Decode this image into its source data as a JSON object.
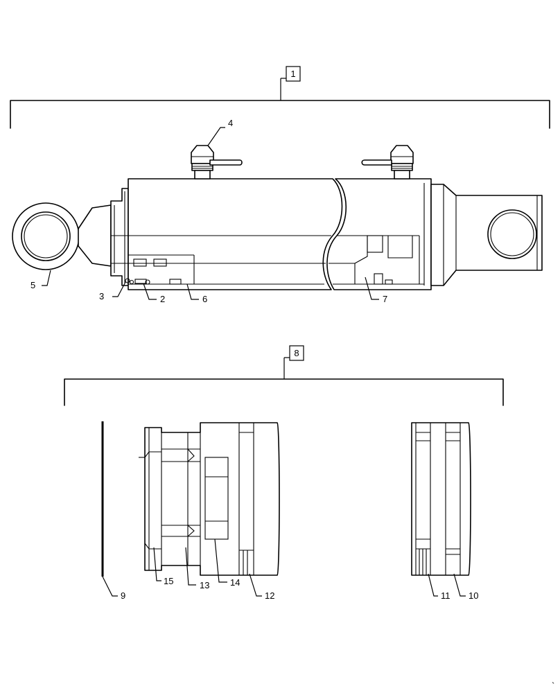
{
  "diagram": {
    "assembly_label": "1",
    "kit_label": "8",
    "callouts": {
      "c2": "2",
      "c3": "3",
      "c4": "4",
      "c5": "5",
      "c6": "6",
      "c7": "7",
      "c9": "9",
      "c10": "10",
      "c11": "11",
      "c12": "12",
      "c13": "13",
      "c14": "14",
      "c15": "15"
    },
    "corner_mark": "`"
  }
}
